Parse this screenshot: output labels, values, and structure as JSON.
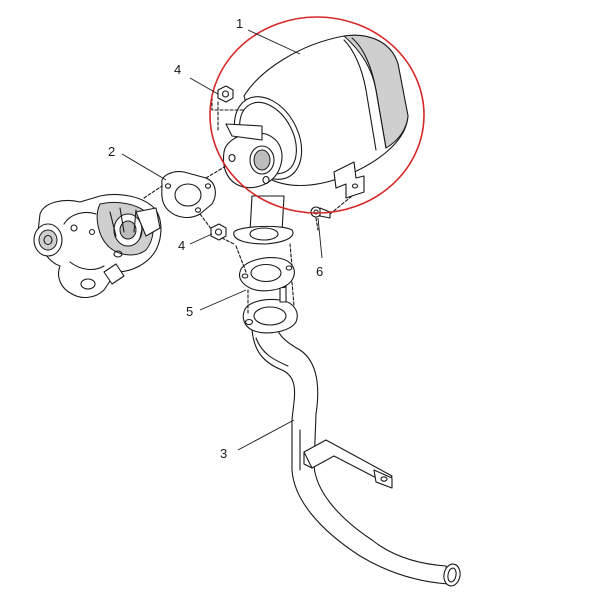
{
  "callouts": {
    "part_1": "1",
    "part_2": "2",
    "part_3": "3",
    "part_4_upper": "4",
    "part_4_lower": "4",
    "part_5": "5",
    "part_6": "6"
  },
  "colors": {
    "highlight": "#d62828",
    "line": "#1a1a1a",
    "shading": "#cfcfcf"
  }
}
